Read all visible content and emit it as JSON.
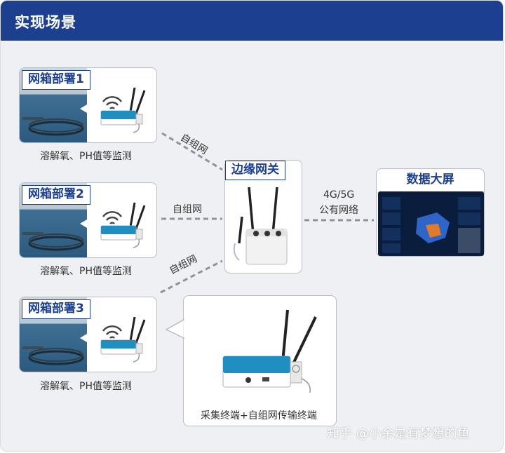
{
  "header": {
    "title": "实现场景"
  },
  "nodes": [
    {
      "label": "网箱部署1",
      "caption": "溶解氧、PH值等监测"
    },
    {
      "label": "网箱部署2",
      "caption": "溶解氧、PH值等监测"
    },
    {
      "label": "网箱部署3",
      "caption": "溶解氧、PH值等监测"
    }
  ],
  "connections": {
    "link1": "自组网",
    "link2": "自组网",
    "link3": "自组网",
    "uplink_line1": "4G/5G",
    "uplink_line2": "公有网络"
  },
  "gateway": {
    "title": "边缘网关"
  },
  "screen": {
    "title": "数据大屏"
  },
  "terminal": {
    "caption": "采集终端+自组网传输终端"
  },
  "watermark": "知乎 @小余是有梦想的鱼",
  "colors": {
    "header_bg": "#1d3f8f",
    "label_text": "#1d3f8f",
    "line": "#8f949c",
    "device": "#1f8fc1"
  }
}
